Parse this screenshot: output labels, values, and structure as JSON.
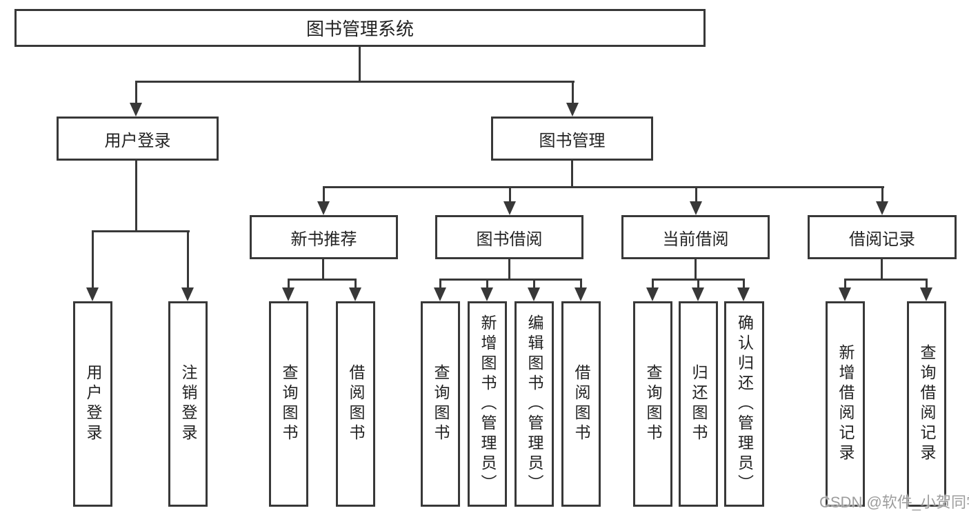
{
  "diagram_title": "图书管理系统",
  "colors": {
    "line": "#383838",
    "text": "#222222",
    "background": "#ffffff",
    "watermark": "#9d9d9d"
  },
  "nodes": {
    "root": "图书管理系统",
    "login_group": "用户登录",
    "book_mgmt": "图书管理",
    "new_book_rec": "新书推荐",
    "book_borrow": "图书借阅",
    "current_borrow": "当前借阅",
    "borrow_records": "借阅记录",
    "leaf_user_login": "用户登录",
    "leaf_logout": "注销登录",
    "leaf_rec_query": "查询图书",
    "leaf_rec_borrow": "借阅图书",
    "leaf_bb_query": "查询图书",
    "leaf_bb_add": "新增图书（管理员）",
    "leaf_bb_edit": "编辑图书（管理员）",
    "leaf_bb_borrow": "借阅图书",
    "leaf_cb_query": "查询图书",
    "leaf_cb_return": "归还图书",
    "leaf_cb_confirm": "确认归还（管理员）",
    "leaf_br_add": "新增借阅记录",
    "leaf_br_query": "查询借阅记录"
  },
  "watermark": "CSDN @软件_小贺同学"
}
